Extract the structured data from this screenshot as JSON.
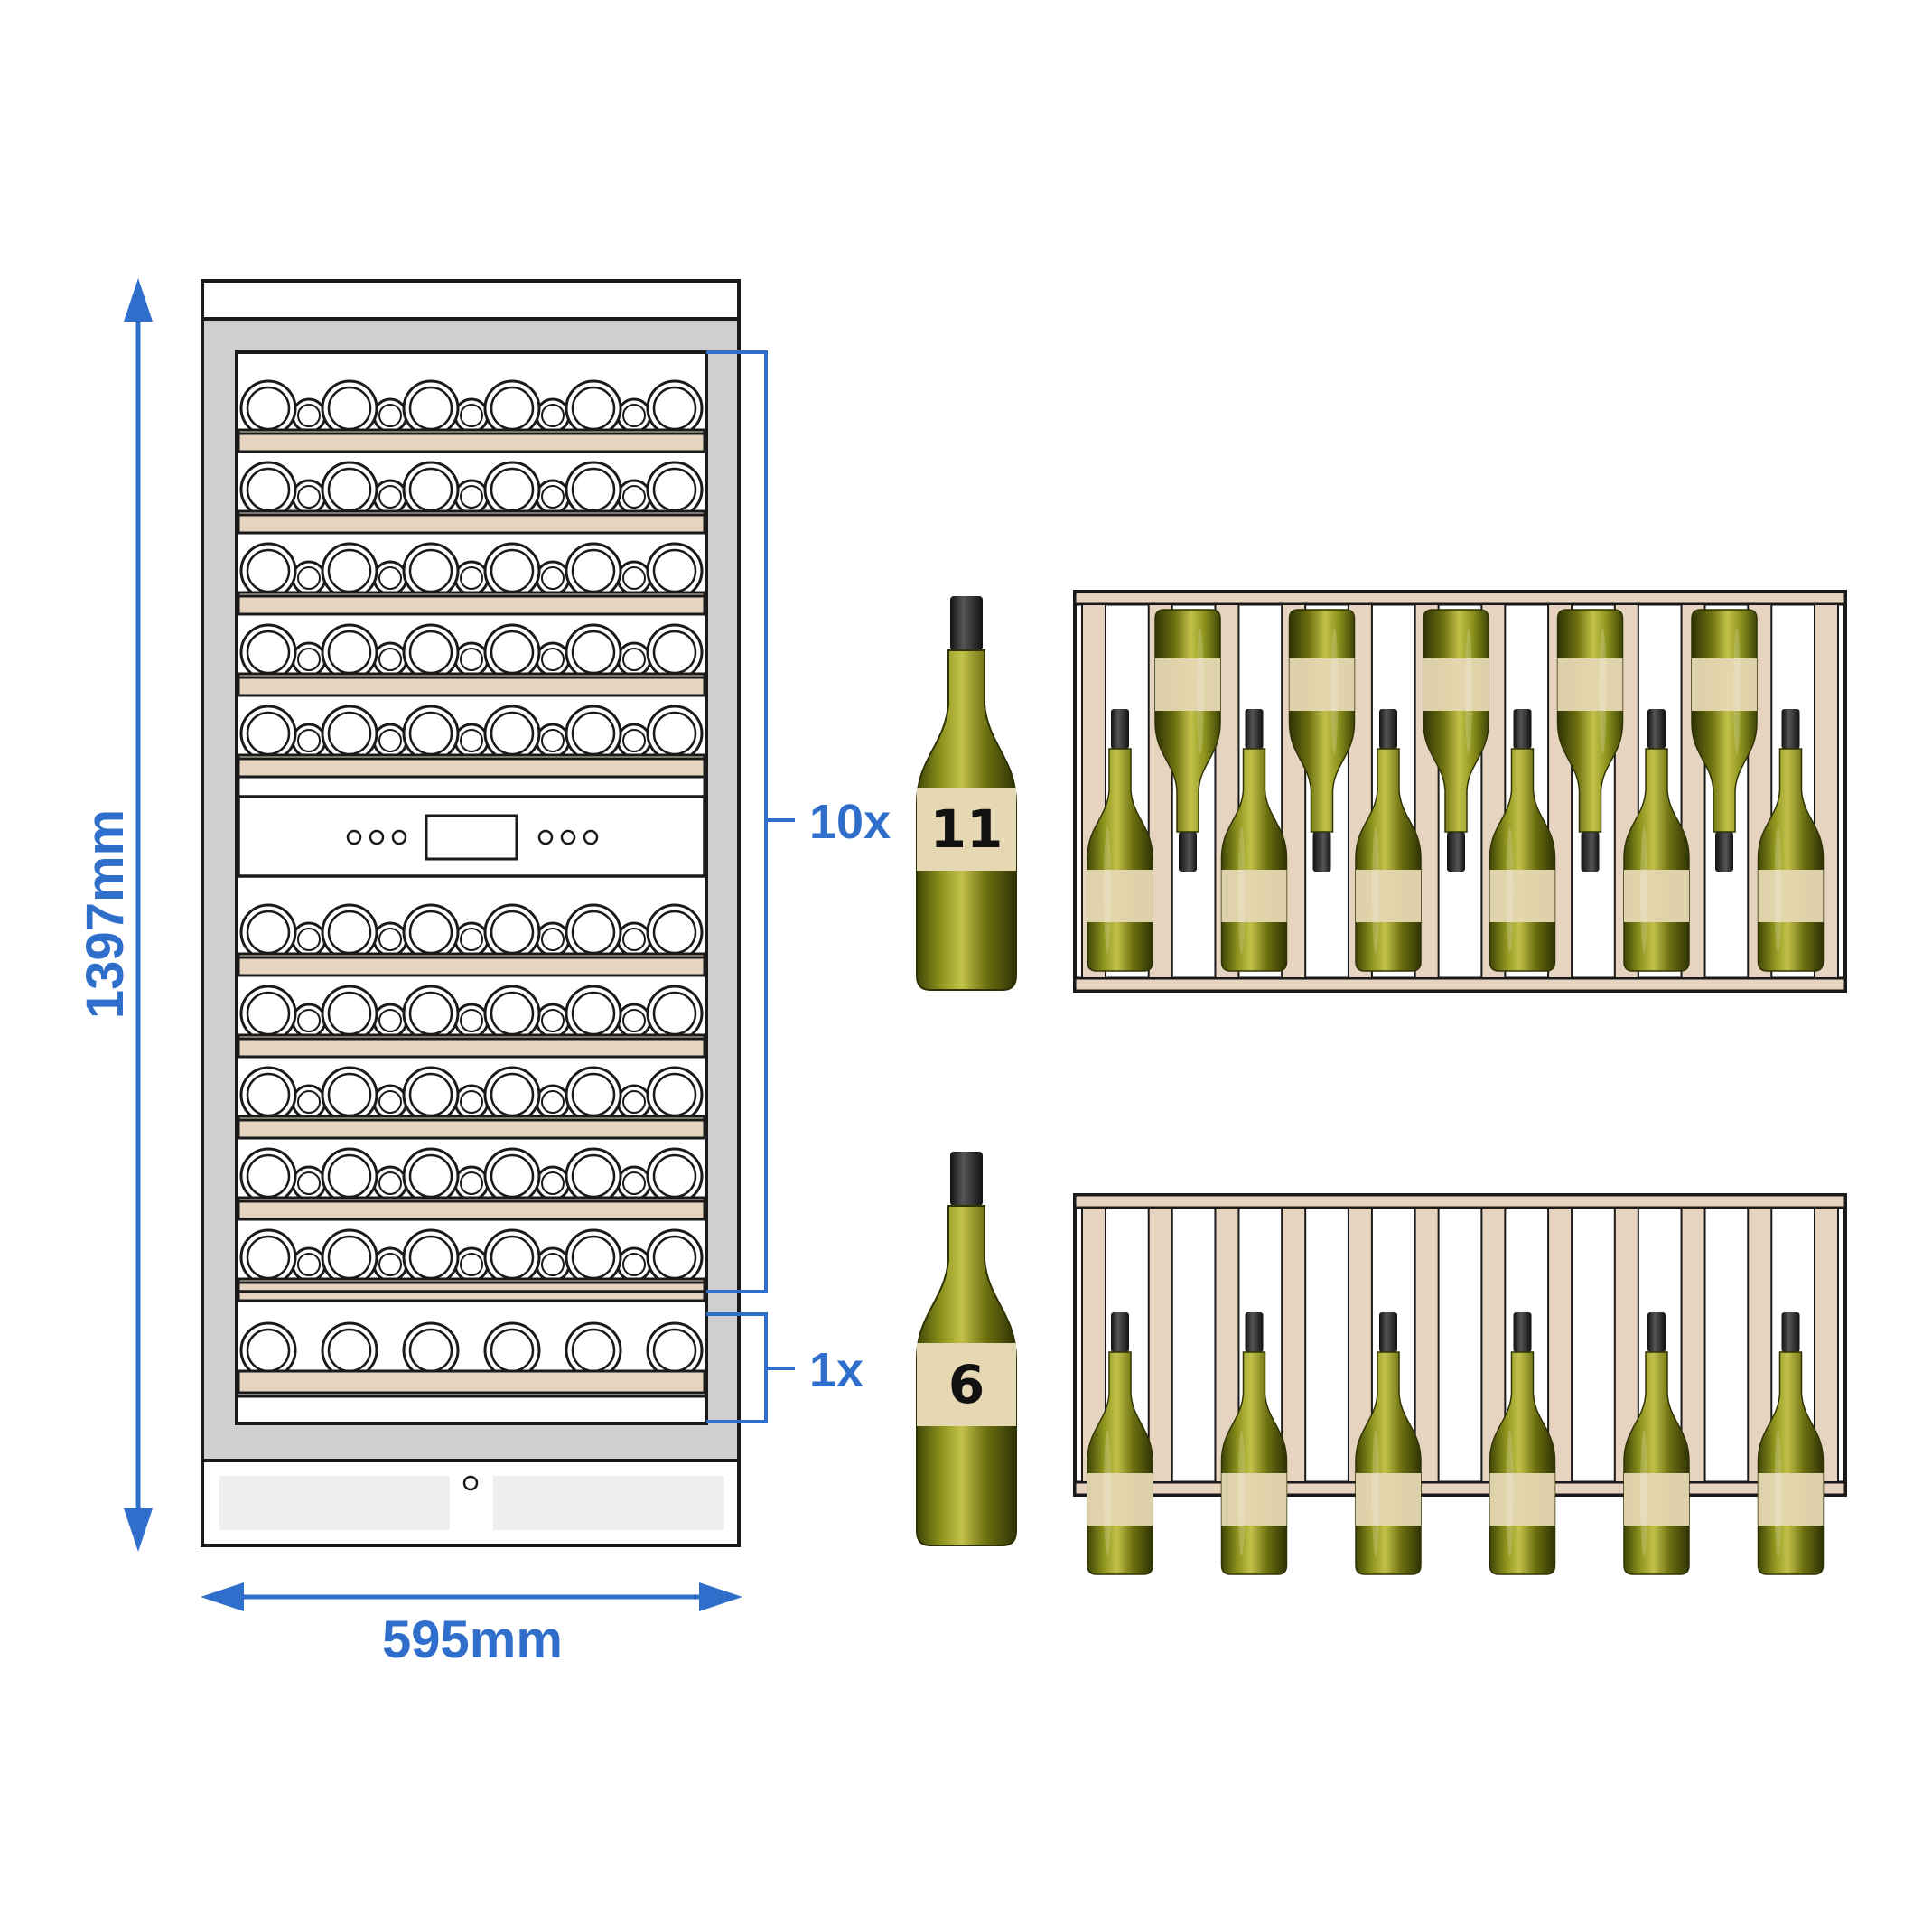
{
  "dimensions": {
    "height_label": "1397mm",
    "width_label": "595mm"
  },
  "shelves": {
    "upper_count_label": "10x",
    "lower_count_label": "1x"
  },
  "bottles": {
    "upper_per_shelf": "11",
    "lower_per_shelf": "6"
  },
  "colors": {
    "accent_blue": "#2f6fcb",
    "shelf_wood": "#e7d4c0",
    "cabinet_frame": "#cfcfcf",
    "bottle_glass": "#7a7a12",
    "bottle_label": "#e6d8b3"
  }
}
